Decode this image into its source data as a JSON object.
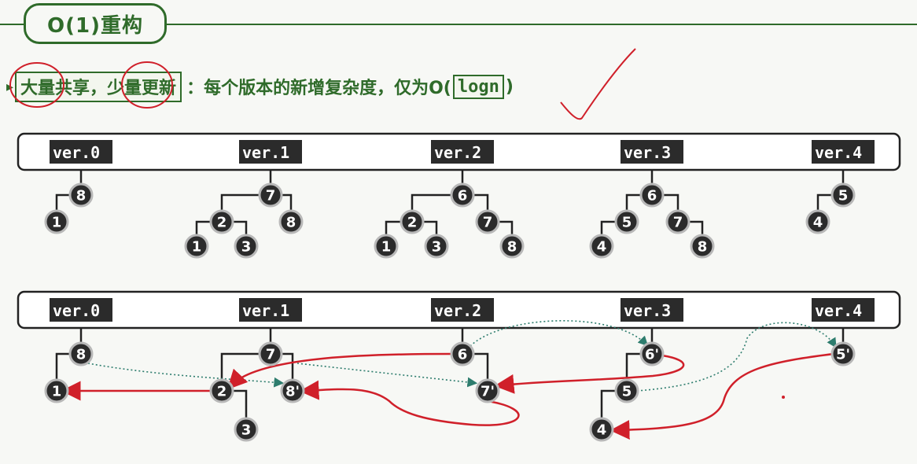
{
  "title": "O(1)重构",
  "subtitle": {
    "boxed_phrase": "大量共享，少量更新",
    "text": "：每个版本的新增复杂度，仅为O(",
    "complexity": "logn",
    "close": ")"
  },
  "versions": [
    "ver.0",
    "ver.1",
    "ver.2",
    "ver.3",
    "ver.4"
  ],
  "top_trees": {
    "ver0": [
      "8",
      "1"
    ],
    "ver1": [
      "7",
      "2",
      "8",
      "1",
      "3"
    ],
    "ver2": [
      "6",
      "2",
      "7",
      "1",
      "3",
      "8"
    ],
    "ver3": [
      "6",
      "5",
      "7",
      "4",
      "8"
    ],
    "ver4": [
      "5",
      "4"
    ]
  },
  "bottom_nodes": {
    "n8": "8",
    "n1": "1",
    "n7": "7",
    "n2": "2",
    "n3": "3",
    "n8p": "8'",
    "n6": "6",
    "n7p": "7'",
    "n6p": "6'",
    "n5": "5",
    "n4": "4",
    "n5p": "5'"
  },
  "colors": {
    "green": "#2f6b2a",
    "node": "#2b2b2b",
    "red": "#d0202a",
    "teal": "#2e7d6e"
  }
}
